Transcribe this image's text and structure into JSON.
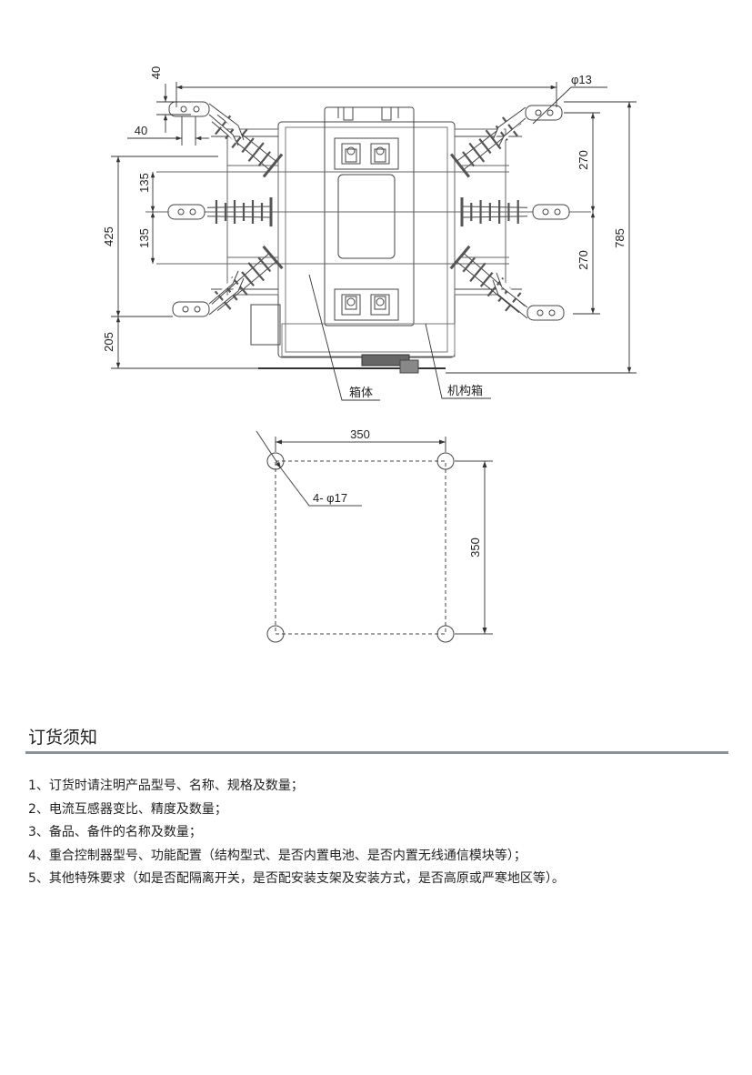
{
  "front_view": {
    "dims": {
      "d40_top": "40",
      "d40_left": "40",
      "phi13": "φ13",
      "d135_a": "135",
      "d135_b": "135",
      "d425": "425",
      "d205": "205",
      "d270_a": "270",
      "d270_b": "270",
      "d785": "785"
    },
    "labels": {
      "box": "箱体",
      "mechanism": "机构箱"
    }
  },
  "base_view": {
    "dims": {
      "width": "350",
      "height": "350",
      "holes": "4- φ17"
    }
  },
  "ordering": {
    "title": "订货须知",
    "items": [
      "1、订货时请注明产品型号、名称、规格及数量；",
      "2、电流互感器变比、精度及数量；",
      "3、备品、备件的名称及数量；",
      "4、重合控制器型号、功能配置（结构型式、是否内置电池、是否内置无线通信模块等）；",
      "5、其他特殊要求（如是否配隔离开关，是否配安装支架及安装方式，是否高原或严寒地区等）。"
    ]
  }
}
